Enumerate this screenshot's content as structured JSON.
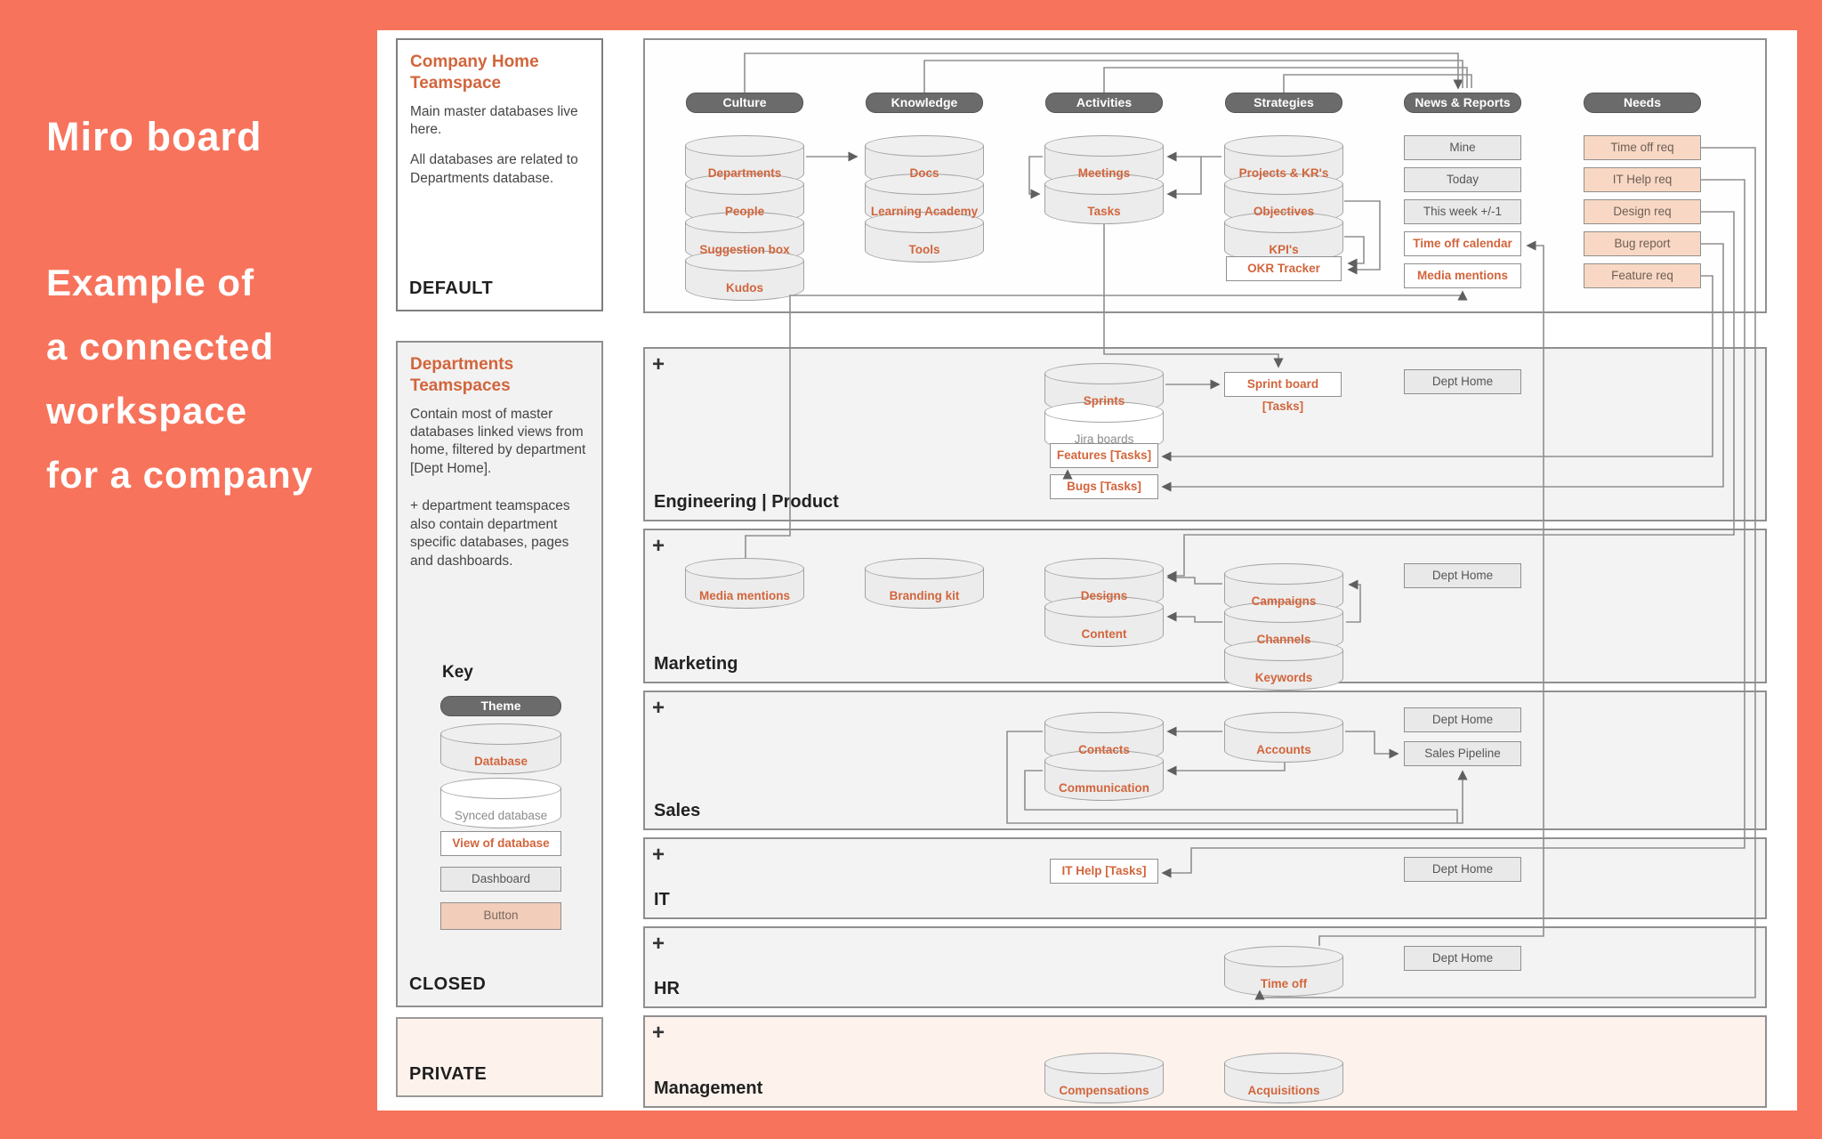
{
  "sidebar": {
    "title": "Miro board",
    "lines": [
      "Example of",
      "a connected",
      "workspace",
      "for a company"
    ]
  },
  "panels": {
    "company_home": {
      "title": "Company Home Teamspace",
      "p1": "Main master databases live here.",
      "p2": "All databases are related to Departments database.",
      "footer": "DEFAULT"
    },
    "departments": {
      "title": "Departments Teamspaces",
      "p1": "Contain most of master databases linked views from home, filtered by department [Dept Home].",
      "p2": "+ department teamspaces also contain department specific databases, pages and dashboards.",
      "key_title": "Key",
      "key": {
        "theme": "Theme",
        "database": "Database",
        "synced": "Synced database",
        "view": "View of database",
        "dashboard": "Dashboard",
        "button": "Button"
      },
      "footer": "CLOSED"
    },
    "private": {
      "footer": "PRIVATE"
    }
  },
  "themes": {
    "culture": "Culture",
    "knowledge": "Knowledge",
    "activities": "Activities",
    "strategies": "Strategies",
    "news": "News & Reports",
    "needs": "Needs"
  },
  "home": {
    "culture": [
      "Departments",
      "People",
      "Suggestion box",
      "Kudos"
    ],
    "knowledge": [
      "Docs",
      "Learning Academy",
      "Tools"
    ],
    "activities": [
      "Meetings",
      "Tasks"
    ],
    "strategies": [
      "Projects & KR's",
      "Objectives",
      "KPI's"
    ],
    "okr_tracker": "OKR Tracker",
    "news_dash": [
      "Mine",
      "Today",
      "This week +/-1"
    ],
    "news_views": [
      "Time off calendar",
      "Media mentions"
    ],
    "needs": [
      "Time off req",
      "IT Help req",
      "Design req",
      "Bug report",
      "Feature req"
    ]
  },
  "rows": {
    "engineering": {
      "label": "Engineering | Product",
      "sprints": "Sprints",
      "jira": "Jira boards",
      "features": "Features [Tasks]",
      "bugs": "Bugs [Tasks]",
      "sprint_board": "Sprint board [Tasks]",
      "dept_home": "Dept Home"
    },
    "marketing": {
      "label": "Marketing",
      "items": [
        "Media mentions",
        "Branding kit",
        "Designs",
        "Content",
        "Campaigns",
        "Channels",
        "Keywords"
      ],
      "dept_home": "Dept Home"
    },
    "sales": {
      "label": "Sales",
      "contacts": "Contacts",
      "communication": "Communication",
      "accounts": "Accounts",
      "dept_home": "Dept Home",
      "pipeline": "Sales Pipeline"
    },
    "it": {
      "label": "IT",
      "it_help": "IT Help [Tasks]",
      "dept_home": "Dept Home"
    },
    "hr": {
      "label": "HR",
      "time_off": "Time off",
      "dept_home": "Dept Home"
    },
    "management": {
      "label": "Management",
      "compensations": "Compensations",
      "acquisitions": "Acquisitions"
    }
  },
  "ui": {
    "plus": "+"
  },
  "colors": {
    "page_bg": "#f7735c",
    "accent_orange": "#d2653c",
    "theme_pill": "#6b6b6b",
    "needs_bg": "#f8d8c4",
    "button_bg": "#f2cdb9",
    "row_bg": "#f3f3f3",
    "private_bg": "#fdf2ec"
  }
}
